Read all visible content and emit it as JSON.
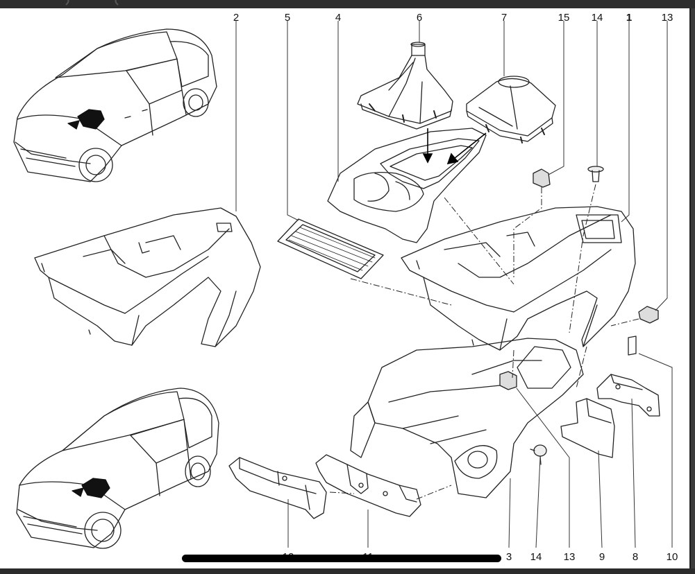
{
  "callouts": {
    "n1": "1",
    "n2": "2",
    "n3": "3",
    "n4": "4",
    "n5": "5",
    "n6": "6",
    "n7": "7",
    "n8": "8",
    "n9": "9",
    "n10": "10",
    "n11": "11",
    "n12": "12",
    "n13a": "13",
    "n13b": "13",
    "n14a": "14",
    "n14b": "14",
    "n15": "15"
  },
  "colors": {
    "ink": "#111111",
    "arrow": "#000000",
    "paper": "#ffffff",
    "frame": "#3c3c3c"
  }
}
